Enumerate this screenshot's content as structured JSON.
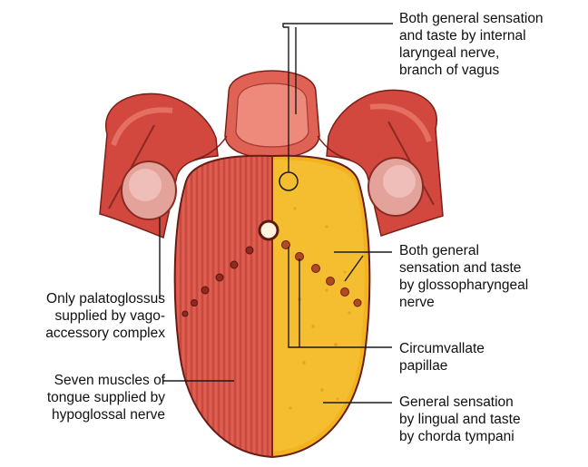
{
  "labels": {
    "internal_laryngeal": [
      "Both general sensation",
      "and taste by internal",
      "laryngeal nerve,",
      "branch of vagus"
    ],
    "glossopharyngeal": [
      "Both general",
      "sensation and taste",
      "by glossopharyngeal",
      "nerve"
    ],
    "circumvallate": [
      "Circumvallate",
      "papillae"
    ],
    "lingual": [
      "General sensation",
      "by lingual and taste",
      "by chorda tympani"
    ],
    "palatoglossus": [
      "Only palatoglossus",
      "supplied by vago-",
      "accessory complex"
    ],
    "hypoglossal": [
      "Seven muscles of",
      "tongue supplied by",
      "hypoglossal nerve"
    ]
  },
  "colors": {
    "muscle_red": "#d9574a",
    "muscle_dark": "#b8352d",
    "sensory_yellow": "#f2b320",
    "sensory_dark": "#d98f10",
    "epiglottis": "#e46a5c",
    "tonsil": "#e8a7a0",
    "line": "#1a1a1a"
  }
}
